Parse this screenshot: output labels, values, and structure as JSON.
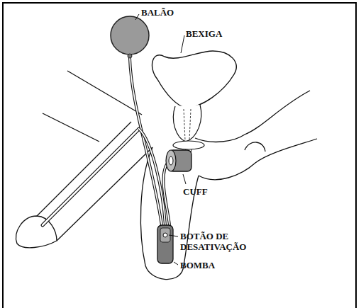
{
  "diagram": {
    "labels": [
      "BALÃO",
      "BEXIGA",
      "CUFF",
      "BOTÃO DE DESATIVAÇÃO",
      "BOMBA"
    ]
  }
}
